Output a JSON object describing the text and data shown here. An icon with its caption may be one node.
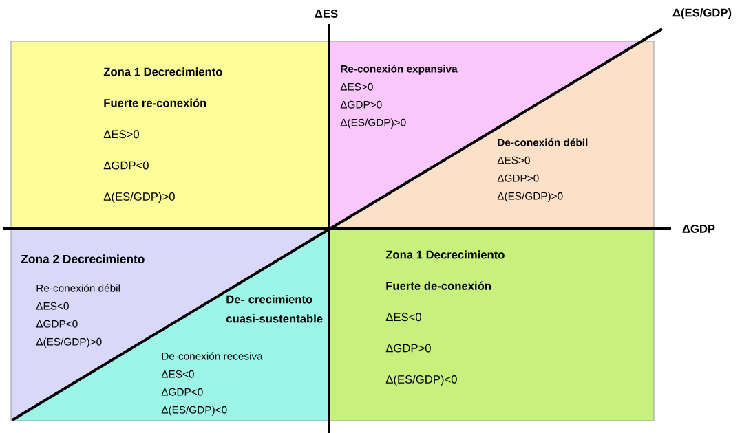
{
  "diagram": {
    "nodes": [
      {
        "text": [
          "Zona 1 Decrecimiento",
          "Fuerte re-conexión",
          "ΔES>0",
          "ΔGDP<0",
          "Δ(ES/GDP)>0"
        ]
      },
      {
        "text": [
          "Re-conexión expansiva",
          "ΔES>0",
          "ΔGDP>0",
          "Δ(ES/GDP)>0"
        ]
      },
      {
        "text": [
          "De-conexión débil",
          "ΔES>0",
          "ΔGDP>0",
          "Δ(ES/GDP)>0"
        ]
      },
      {
        "text": [
          "Zona 2 Decrecimiento",
          "Re-conexión débil",
          "ΔES<0",
          "ΔGDP<0",
          "Δ(ES/GDP)>0"
        ]
      },
      {
        "text": [
          "De- crecimiento cuasi-sustentable",
          "De-conexión recesiva",
          "ΔES<0",
          "ΔGDP<0",
          "Δ(ES/GDP)<0"
        ]
      },
      {
        "text": [
          "Zona 1 Decrecimiento",
          "Fuerte de-conexión",
          "ΔES<0",
          "ΔGDP>0",
          "Δ(ES/GDP)<0"
        ]
      }
    ],
    "labels": [
      "ΔES",
      "Δ(ES/GDP)",
      "ΔGDP"
    ]
  }
}
